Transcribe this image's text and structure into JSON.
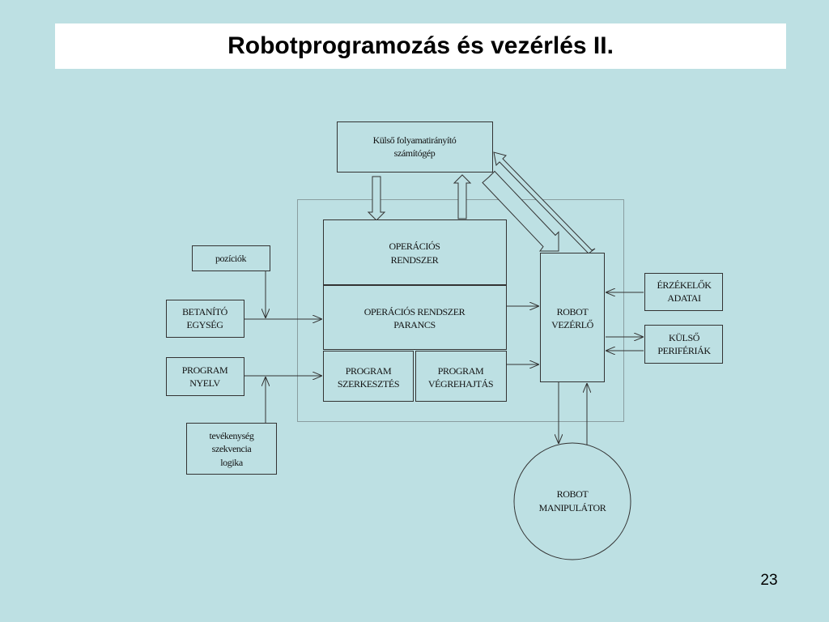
{
  "title": "Robotprogramozás és vezérlés II.",
  "page_number": "23",
  "diagram": {
    "external_computer": [
      "Külső folyamatirányító",
      "számítógép"
    ],
    "positions": "pozíciók",
    "teaching_unit": [
      "BETANÍTÓ",
      "EGYSÉG"
    ],
    "program_language": [
      "PROGRAM",
      "NYELV"
    ],
    "activity": [
      "tevékenység",
      "szekvencia",
      "logika"
    ],
    "operating_system": [
      "OPERÁCIÓS",
      "RENDSZER"
    ],
    "os_command": [
      "OPERÁCIÓS RENDSZER",
      "PARANCS"
    ],
    "program_editing": [
      "PROGRAM",
      "SZERKESZTÉS"
    ],
    "program_execution": [
      "PROGRAM",
      "VÉGREHAJTÁS"
    ],
    "robot_controller": [
      "ROBOT",
      "VEZÉRLŐ"
    ],
    "sensor_data": [
      "ÉRZÉKELŐK",
      "ADATAI"
    ],
    "external_peripherals": [
      "KÜLSŐ",
      "PERIFÉRIÁK"
    ],
    "robot_manipulator": [
      "ROBOT",
      "MANIPULÁTOR"
    ]
  }
}
